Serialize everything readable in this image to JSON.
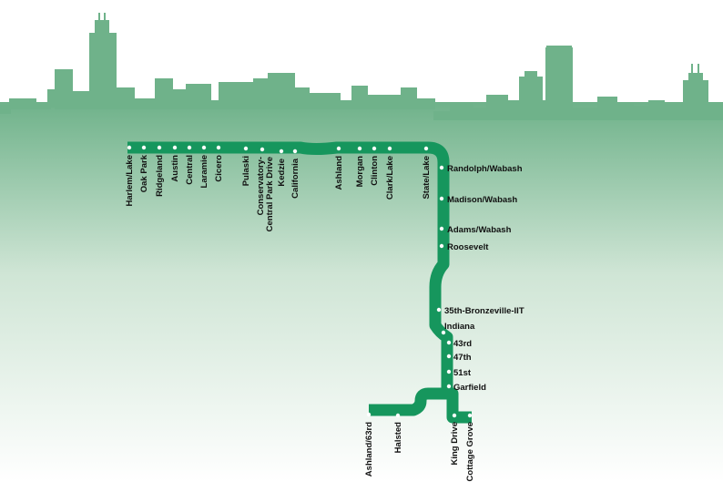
{
  "map": {
    "line_color": "#16965d",
    "skyline_color": "#6fb28a",
    "gradient_top": "#6fb28a",
    "gradient_bottom": "#ffffff",
    "stations": {
      "harlem_lake": "Harlem/Lake",
      "oak_park": "Oak Park",
      "ridgeland": "Ridgeland",
      "austin": "Austin",
      "central": "Central",
      "laramie": "Laramie",
      "cicero": "Cicero",
      "pulaski": "Pulaski",
      "conservatory_1": "Conservatory-",
      "conservatory_2": "Central Park Drive",
      "kedzie": "Kedzie",
      "california": "California",
      "ashland": "Ashland",
      "morgan": "Morgan",
      "clinton": "Clinton",
      "clark_lake": "Clark/Lake",
      "state_lake": "State/Lake",
      "randolph_wabash": "Randolph/Wabash",
      "madison_wabash": "Madison/Wabash",
      "adams_wabash": "Adams/Wabash",
      "roosevelt": "Roosevelt",
      "35th_bronzeville": "35th-Bronzeville-IIT",
      "indiana": "Indiana",
      "43rd": "43rd",
      "47th": "47th",
      "51st": "51st",
      "garfield": "Garfield",
      "ashland_63rd": "Ashland/63rd",
      "halsted": "Halsted",
      "king_drive": "King Drive",
      "cottage_grove": "Cottage Grove"
    }
  }
}
